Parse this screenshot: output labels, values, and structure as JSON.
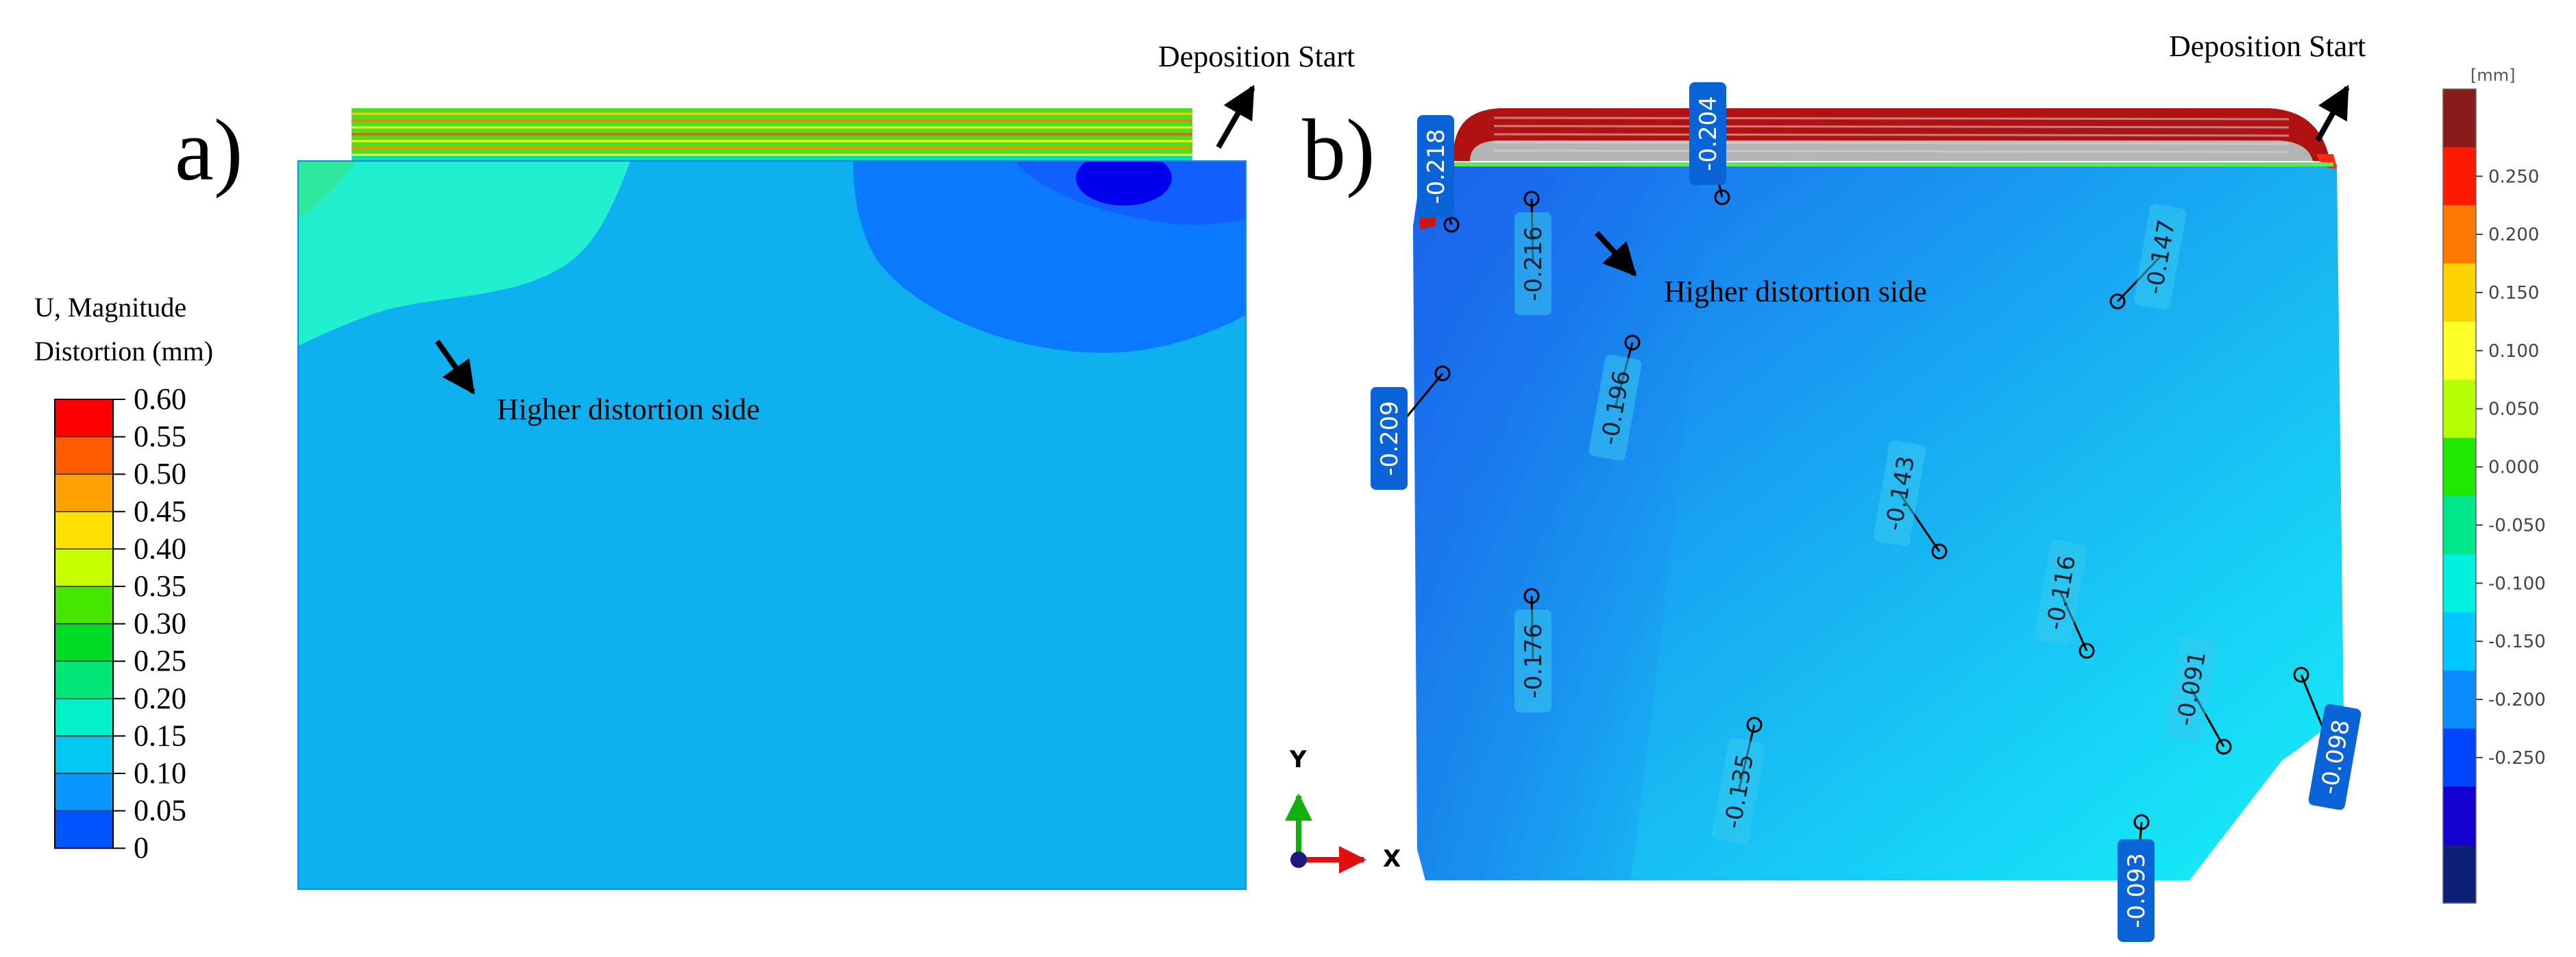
{
  "panel_a": {
    "label": "a)",
    "deposition_label": "Deposition Start",
    "annotation": "Higher distortion side",
    "legend_title_line1": "U, Magnitude",
    "legend_title_line2": "Distortion (mm)",
    "legend_levels": [
      {
        "value": "0.60",
        "color": "#ff0000"
      },
      {
        "value": "0.55",
        "color": "#ff5a00"
      },
      {
        "value": "0.50",
        "color": "#ffa000"
      },
      {
        "value": "0.45",
        "color": "#ffe100"
      },
      {
        "value": "0.40",
        "color": "#c8ff00"
      },
      {
        "value": "0.35",
        "color": "#46e600"
      },
      {
        "value": "0.30",
        "color": "#00dc23"
      },
      {
        "value": "0.25",
        "color": "#00e678"
      },
      {
        "value": "0.20",
        "color": "#00f0c8"
      },
      {
        "value": "0.15",
        "color": "#00c8f0"
      },
      {
        "value": "0.10",
        "color": "#0a96ff"
      },
      {
        "value": "0.05",
        "color": "#0055ff"
      },
      {
        "value": "0",
        "color": "#0000ff"
      }
    ],
    "colors": {
      "base": "#0fb0f0",
      "high_zone": "#20f0d0",
      "low_zone": "#0a78ff",
      "deep_zone": "#0000ee",
      "layer_green": "#55e000",
      "layer_teal": "#00e0b0"
    }
  },
  "panel_b": {
    "label": "b)",
    "deposition_label": "Deposition Start",
    "annotation": "Higher distortion side",
    "axis_y": "Y",
    "axis_x": "X",
    "unit_label": "[mm]",
    "scale_levels": [
      "0.250",
      "0.200",
      "0.150",
      "0.100",
      "0.050",
      "0.000",
      "-0.050",
      "-0.100",
      "-0.150",
      "-0.200",
      "-0.250"
    ],
    "scale_colors": [
      "#8b1a1a",
      "#ff1a00",
      "#ff7a00",
      "#ffd200",
      "#ffff2a",
      "#b6ff00",
      "#21e600",
      "#00e68a",
      "#00f0e0",
      "#00c8ff",
      "#0a8cff",
      "#0044ff",
      "#1400d0",
      "#0e1f78"
    ],
    "points": [
      {
        "value": "-0.218",
        "highlight": true
      },
      {
        "value": "-0.204",
        "highlight": true
      },
      {
        "value": "-0.216",
        "highlight": false
      },
      {
        "value": "-0.147",
        "highlight": false
      },
      {
        "value": "-0.196",
        "highlight": false
      },
      {
        "value": "-0.209",
        "highlight": true
      },
      {
        "value": "-0.143",
        "highlight": false
      },
      {
        "value": "-0.116",
        "highlight": false
      },
      {
        "value": "-0.176",
        "highlight": false
      },
      {
        "value": "-0.091",
        "highlight": false
      },
      {
        "value": "-0.098",
        "highlight": true
      },
      {
        "value": "-0.135",
        "highlight": false
      },
      {
        "value": "-0.093",
        "highlight": true
      }
    ],
    "colors": {
      "plate_left": "#1a7af0",
      "plate_right": "#16f0f8",
      "top_layer": "#b01212",
      "top_gray": "#b4b4b4",
      "tag_highlight": "#0a64d8",
      "tag_normal": "#38c8f0"
    }
  }
}
